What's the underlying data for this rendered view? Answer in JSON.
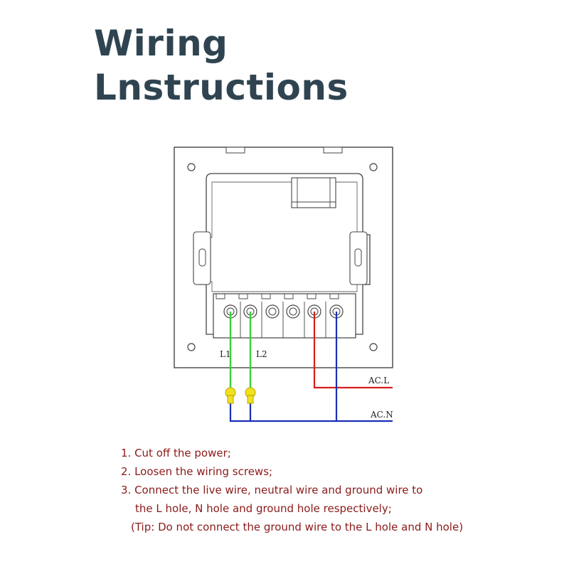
{
  "title": {
    "line1": "Wiring",
    "line2": "Lnstructions"
  },
  "diagram": {
    "terminal_labels": [
      "L1",
      "L2"
    ],
    "line_labels": [
      "AC.L",
      "AC.N"
    ],
    "colors": {
      "green_wire": "#3ad13a",
      "red_wire": "#d81e1e",
      "blue_wire": "#1a2fb5",
      "connector": "#f0e020",
      "outline": "#444444"
    }
  },
  "instructions": {
    "step1": "1. Cut off the power;",
    "step2": "2. Loosen the wiring screws;",
    "step3a": "3. Connect the live wire, neutral wire and ground wire to",
    "step3b": "the L hole, N hole and ground hole respectively;",
    "tip": "(Tip: Do not connect the ground wire to the L hole and N hole)"
  }
}
